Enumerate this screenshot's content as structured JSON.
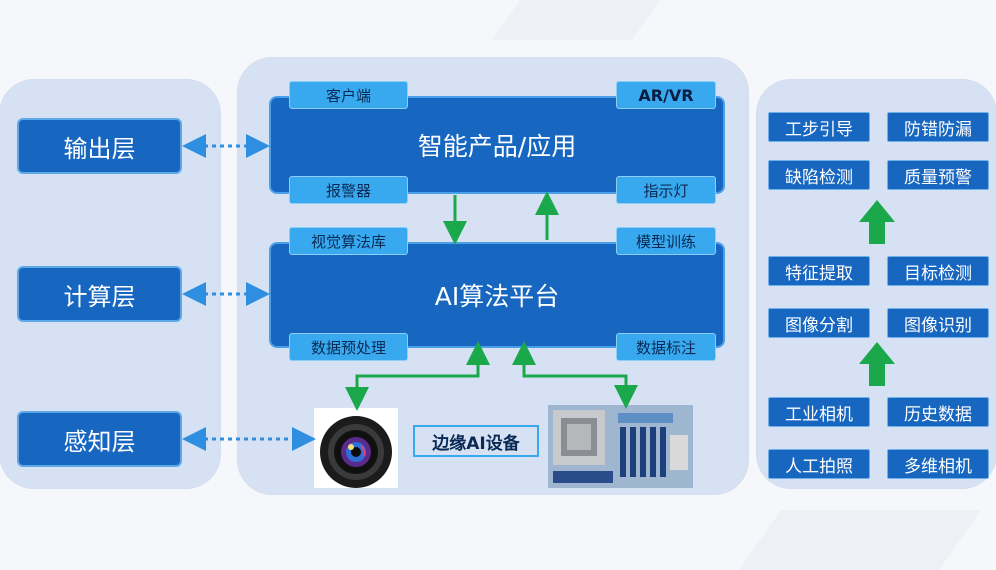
{
  "layers": {
    "output": "输出层",
    "compute": "计算层",
    "perception": "感知层"
  },
  "center": {
    "product_box": {
      "title": "智能产品/应用",
      "tag_top_left": "客户端",
      "tag_top_right": "AR/VR",
      "tag_bottom_left": "报警器",
      "tag_bottom_right": "指示灯"
    },
    "ai_box": {
      "title": "AI算法平台",
      "tag_top_left": "视觉算法库",
      "tag_top_right": "模型训练",
      "tag_bottom_left": "数据预处理",
      "tag_bottom_right": "数据标注"
    },
    "edge_label": "边缘AI设备"
  },
  "right_panel": {
    "row1": [
      "工步引导",
      "防错防漏"
    ],
    "row2": [
      "缺陷检测",
      "质量预警"
    ],
    "row3": [
      "特征提取",
      "目标检测"
    ],
    "row4": [
      "图像分割",
      "图像识别"
    ],
    "row5": [
      "工业相机",
      "历史数据"
    ],
    "row6": [
      "人工拍照",
      "多维相机"
    ]
  },
  "colors": {
    "box_blue": "#1766c0",
    "tag_blue": "#38a9ef",
    "arrow_green": "#1aa84a",
    "panel_bg": "#d6e2f3",
    "dotted_arrow": "#2e8fe0"
  }
}
